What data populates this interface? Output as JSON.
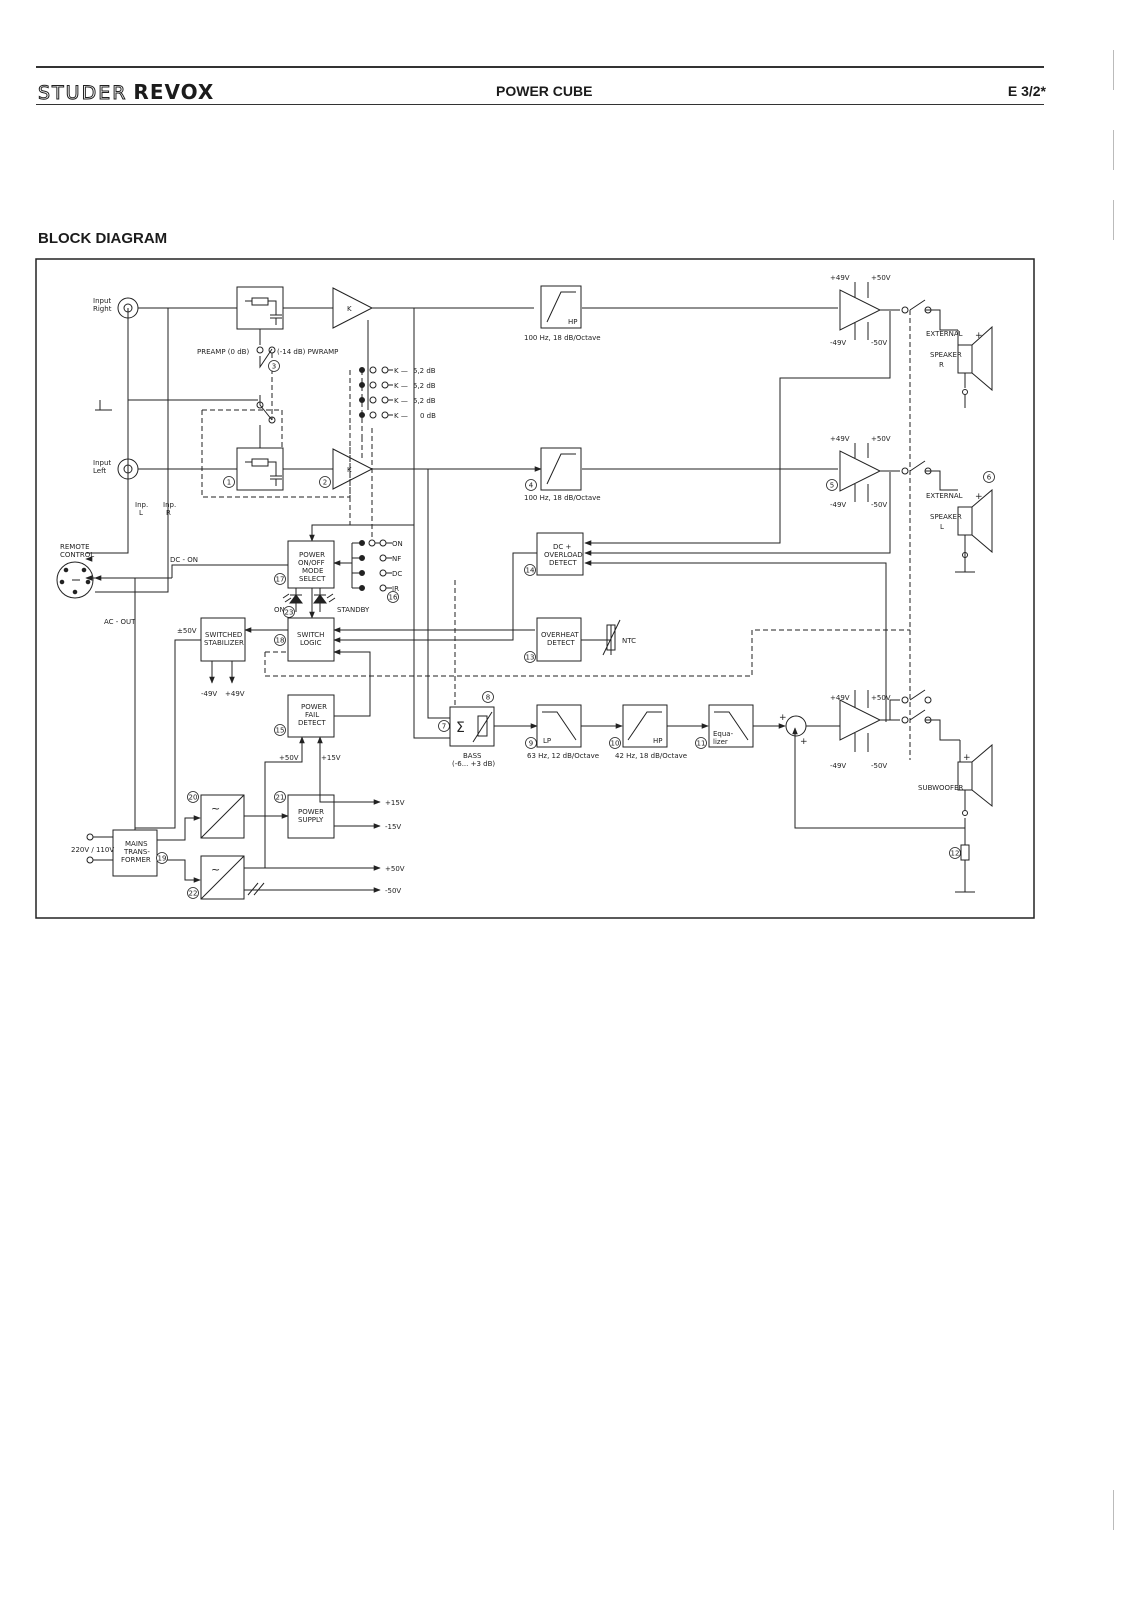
{
  "header": {
    "brand_left": "STUDER",
    "brand_right": "REVOX",
    "title": "POWER CUBE",
    "page_id": "E 3/2*"
  },
  "section_title": "BLOCK DIAGRAM",
  "diagram": {
    "inputs": {
      "right": [
        "Input",
        "Right"
      ],
      "left": [
        "Input",
        "Left"
      ],
      "inp_l": [
        "Inp.",
        "L"
      ],
      "inp_r": [
        "Inp.",
        "R"
      ]
    },
    "preamp": {
      "preamp": "PREAMP (0 dB)",
      "pwramp": "(-14 dB) PWRAMP"
    },
    "gain_k": "K",
    "k_options": [
      {
        "label": "K —",
        "value": "5,2 dB"
      },
      {
        "label": "K —",
        "value": "5,2 dB"
      },
      {
        "label": "K —",
        "value": "5,2 dB"
      },
      {
        "label": "K —",
        "value": "0 dB"
      }
    ],
    "hp_filter": {
      "label": "HP",
      "spec": "100 Hz, 18 dB/Octave"
    },
    "amp_rails": {
      "pos49": "+49V",
      "pos50": "+50V",
      "neg49": "-49V",
      "neg50": "-50V"
    },
    "speakers": {
      "right": [
        "EXTERNAL",
        "SPEAKER",
        "R"
      ],
      "left": [
        "EXTERNAL",
        "SPEAKER",
        "L"
      ],
      "sub": "SUBWOOFER"
    },
    "remote": [
      "REMOTE",
      "CONTROL"
    ],
    "dc_on": "DC - ON",
    "ac_out": "AC - OUT",
    "power_mode": [
      "POWER",
      "ON/OFF",
      "MODE",
      "SELECT"
    ],
    "mode_options": [
      "ON",
      "NF",
      "DC",
      "IR"
    ],
    "indicators": {
      "on": "ON",
      "standby": "STANDBY"
    },
    "dc_overload": [
      "DC +",
      "OVERLOAD",
      "DETECT"
    ],
    "switched_stab": [
      "SWITCHED",
      "STABILIZER"
    ],
    "stab_rail": "±50V",
    "stab_out": {
      "neg": "-49V",
      "pos": "+49V"
    },
    "switch_logic": [
      "SWITCH",
      "LOGIC"
    ],
    "overheat": [
      "OVERHEAT",
      "DETECT"
    ],
    "ntc": "NTC",
    "sigma": "Σ",
    "bass": [
      "BASS",
      "(-6... +3 dB)"
    ],
    "lp_filter": {
      "label": "LP",
      "spec": "63 Hz, 12 dB/Octave"
    },
    "hp42_filter": {
      "label": "HP",
      "spec": "42 Hz, 18 dB/Octave"
    },
    "equalizer": [
      "Equa-",
      "lizer"
    ],
    "sum_plus": "+",
    "power_fail": [
      "POWER",
      "FAIL",
      "DETECT"
    ],
    "pf_inputs": {
      "a": "+50V",
      "b": "+15V"
    },
    "power_supply": [
      "POWER",
      "SUPPLY"
    ],
    "mains": [
      "MAINS",
      "TRANS-",
      "FORMER"
    ],
    "mains_voltage": "220V / 110V",
    "outputs": [
      "+15V",
      "-15V",
      "+50V",
      "-50V"
    ],
    "tilde": "~",
    "markers": [
      "1",
      "2",
      "3",
      "4",
      "5",
      "6",
      "7",
      "8",
      "9",
      "10",
      "11",
      "12",
      "13",
      "14",
      "15",
      "16",
      "17",
      "18",
      "19",
      "20",
      "21",
      "22",
      "23"
    ]
  }
}
